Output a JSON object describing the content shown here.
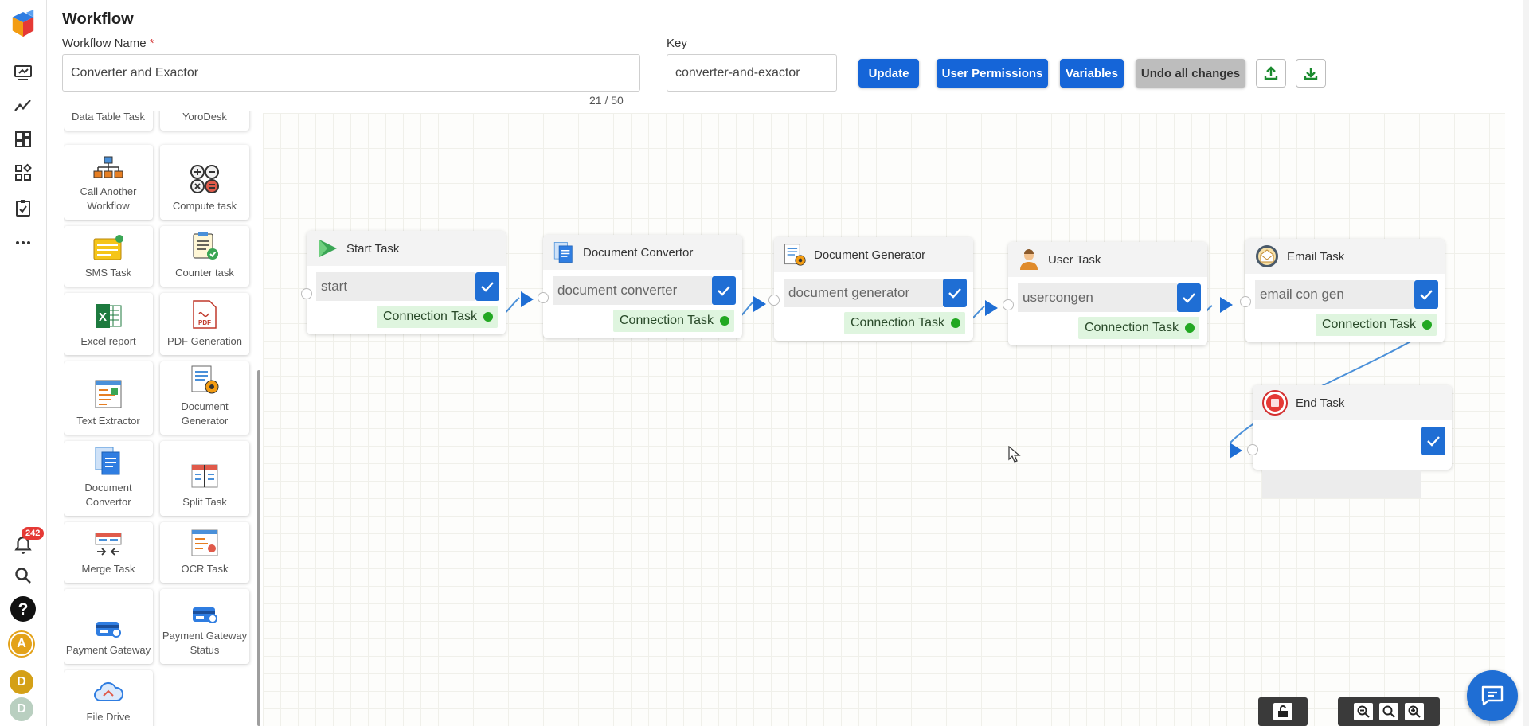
{
  "header": {
    "title": "Workflow",
    "workflow_name_label": "Workflow Name",
    "required_mark": "*",
    "workflow_name_value": "Converter and Exactor",
    "name_counter": "21 / 50",
    "key_label": "Key",
    "key_value": "converter-and-exactor"
  },
  "actions": {
    "update": "Update",
    "user_permissions": "User Permissions",
    "variables": "Variables",
    "undo_all": "Undo all changes"
  },
  "rail": {
    "notification_count": "242",
    "avatars": [
      "A",
      "D",
      "D"
    ]
  },
  "palette": {
    "items": [
      {
        "label": "Data Table Task",
        "icon": "table-icon"
      },
      {
        "label": "YoroDesk",
        "icon": "desk-icon"
      },
      {
        "label": "Call Another Workflow",
        "icon": "org-chart-icon"
      },
      {
        "label": "Compute task",
        "icon": "calculator-icon"
      },
      {
        "label": "SMS Task",
        "icon": "sms-icon"
      },
      {
        "label": "Counter task",
        "icon": "clipboard-icon"
      },
      {
        "label": "Excel report",
        "icon": "excel-icon"
      },
      {
        "label": "PDF Generation",
        "icon": "pdf-icon"
      },
      {
        "label": "Text Extractor",
        "icon": "text-extract-icon"
      },
      {
        "label": "Document Generator",
        "icon": "doc-gear-icon"
      },
      {
        "label": "Document Convertor",
        "icon": "doc-copy-icon"
      },
      {
        "label": "Split Task",
        "icon": "split-icon"
      },
      {
        "label": "Merge Task",
        "icon": "merge-icon"
      },
      {
        "label": "OCR Task",
        "icon": "ocr-icon"
      },
      {
        "label": "Payment Gateway",
        "icon": "card-icon"
      },
      {
        "label": "Payment Gateway Status",
        "icon": "card-status-icon"
      },
      {
        "label": "File Drive",
        "icon": "cloud-drive-icon"
      }
    ]
  },
  "nodes": [
    {
      "title": "Start Task",
      "field": "start",
      "connection": "Connection Task",
      "icon": "play-icon"
    },
    {
      "title": "Document Convertor",
      "field": "document converter",
      "connection": "Connection Task",
      "icon": "doc-copy-icon"
    },
    {
      "title": "Document Generator",
      "field": "document generator",
      "connection": "Connection Task",
      "icon": "doc-gear-icon"
    },
    {
      "title": "User Task",
      "field": "usercongen",
      "connection": "Connection Task",
      "icon": "user-icon"
    },
    {
      "title": "Email Task",
      "field": "email con gen",
      "connection": "Connection Task",
      "icon": "email-icon"
    },
    {
      "title": "End Task",
      "field": "",
      "icon": "stop-icon"
    }
  ],
  "colors": {
    "primary": "#1565d8",
    "connection_bg": "#dff5df",
    "connection_dot": "#22a822",
    "badge": "#e53935"
  }
}
